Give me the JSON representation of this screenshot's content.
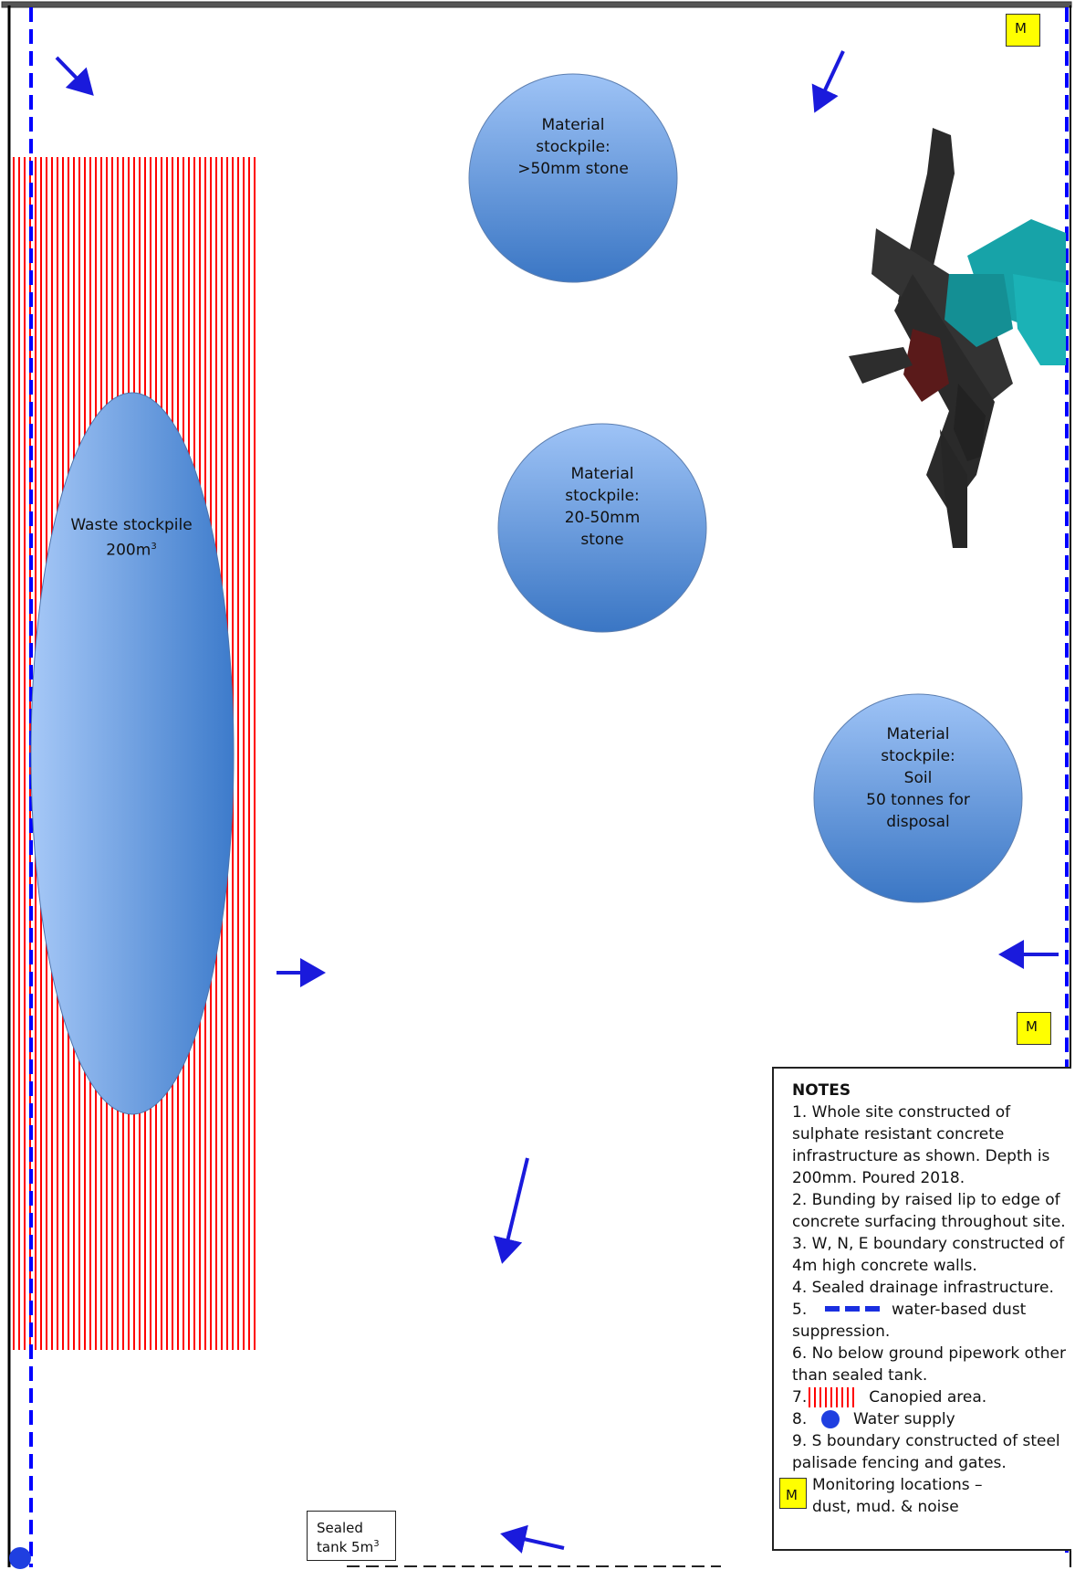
{
  "stockpiles": {
    "stone_large": {
      "line1": "Material",
      "line2": "stockpile:",
      "line3": ">50mm stone"
    },
    "stone_medium": {
      "line1": "Material",
      "line2": "stockpile:",
      "line3": "20-50mm",
      "line4": "stone"
    },
    "soil": {
      "line1": "Material",
      "line2": "stockpile:",
      "line3": "Soil",
      "line4": "50 tonnes for",
      "line5": "disposal"
    },
    "waste": {
      "line1": "Waste stockpile",
      "line2": "200m",
      "line2_sup": "3"
    }
  },
  "monitoring_marker": "M",
  "tank": {
    "line1": "Sealed",
    "line2": "tank 5m",
    "line2_sup": "3"
  },
  "notes": {
    "title": "NOTES",
    "n1": "1. Whole site constructed of sulphate resistant concrete infrastructure as shown. Depth is 200mm. Poured 2018.",
    "n2": "2. Bunding by raised lip to edge of concrete surfacing throughout site.",
    "n3": "3. W, N, E boundary constructed of 4m high concrete walls.",
    "n4": "4. Sealed drainage infrastructure.",
    "n5_num": "5.",
    "n5_text": "water-based dust suppression.",
    "n6": "6. No below ground pipework other than sealed tank.",
    "n7_num": "7.",
    "n7_text": "Canopied area.",
    "n8_num": "8.",
    "n8_text": "Water supply",
    "n9": "9. S boundary constructed of steel palisade fencing and gates.",
    "m_line1": "Monitoring locations –",
    "m_line2": "dust, mud. & noise"
  },
  "colors": {
    "canopy_stripe": "#ff0000",
    "dust_suppression": "#0000ff",
    "arrow": "#1a1adc",
    "stockpile_light": "#9cc1f5",
    "stockpile_dark": "#3d78c6",
    "marker": "#ffff00",
    "machine": "#17a3a8"
  },
  "icons": {
    "machine": "tracked-screener-image",
    "water_supply": "blue-dot-icon",
    "flow": "arrow-icon"
  }
}
